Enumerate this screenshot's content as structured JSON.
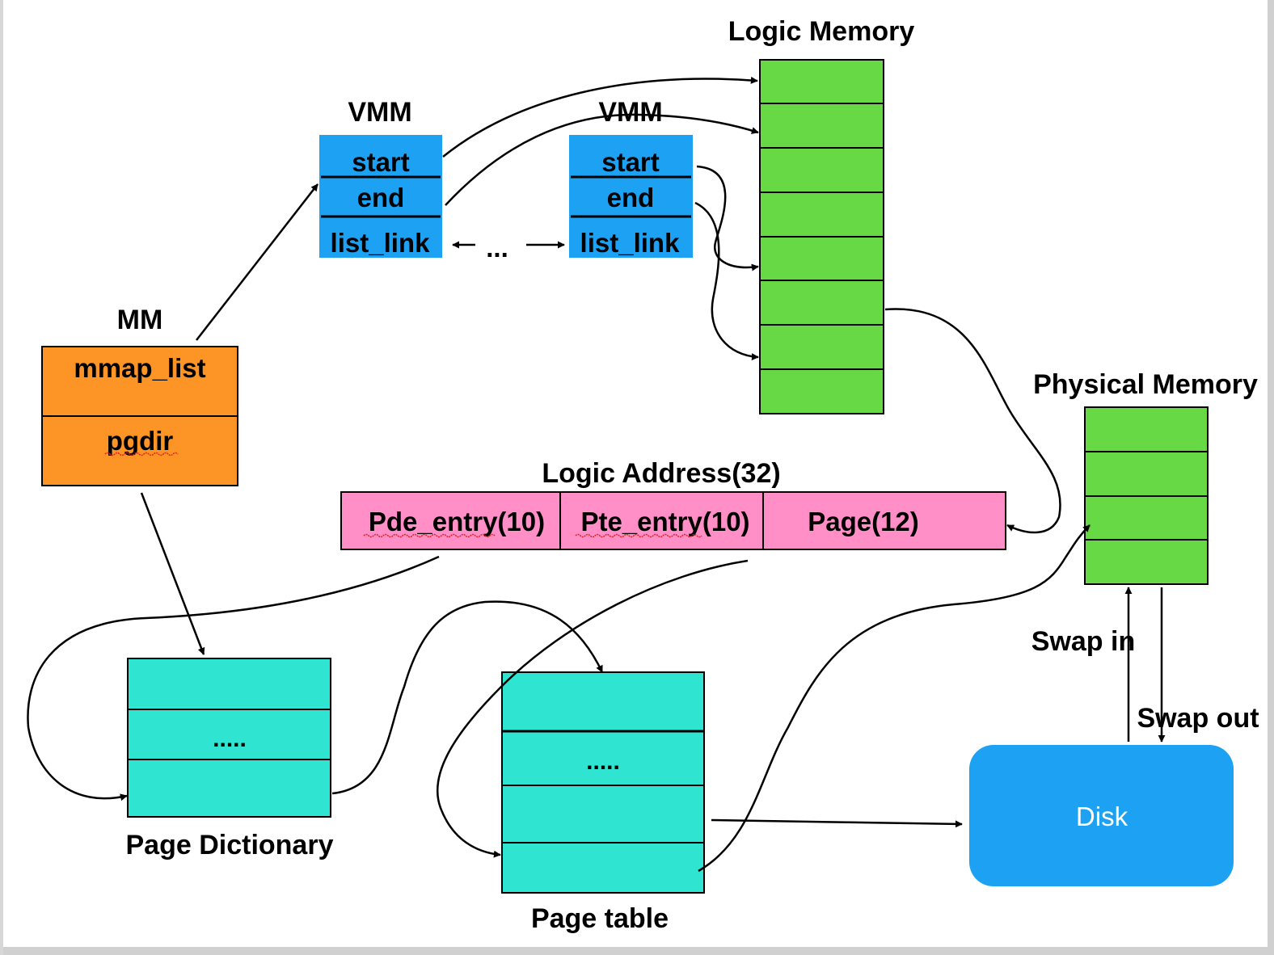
{
  "colors": {
    "vmm": "#1da1f2",
    "mm": "#fd9426",
    "memory": "#66d944",
    "address": "#ff8fc6",
    "table": "#2fe5d2",
    "disk": "#1da1f2"
  },
  "mm": {
    "title": "MM",
    "rows": [
      "mmap_list",
      "pgdir"
    ]
  },
  "vmm1": {
    "title": "VMM",
    "rows": [
      "start",
      "end",
      "list_link"
    ]
  },
  "vmm2": {
    "title": "VMM",
    "rows": [
      "start",
      "end",
      "list_link"
    ]
  },
  "list_ellipsis": "...",
  "logic_memory": {
    "title": "Logic Memory",
    "slots": 8
  },
  "physical_memory": {
    "title": "Physical Memory",
    "slots": 4
  },
  "logic_address": {
    "title": "Logic Address(32)",
    "fields": [
      "Pde_entry(10)",
      "Pte_entry(10)",
      "Page(12)"
    ]
  },
  "page_dictionary": {
    "title": "Page Dictionary",
    "middle": "....."
  },
  "page_table": {
    "title": "Page table",
    "middle": "....."
  },
  "disk": {
    "label": "Disk"
  },
  "swap_in": "Swap in",
  "swap_out": "Swap out"
}
